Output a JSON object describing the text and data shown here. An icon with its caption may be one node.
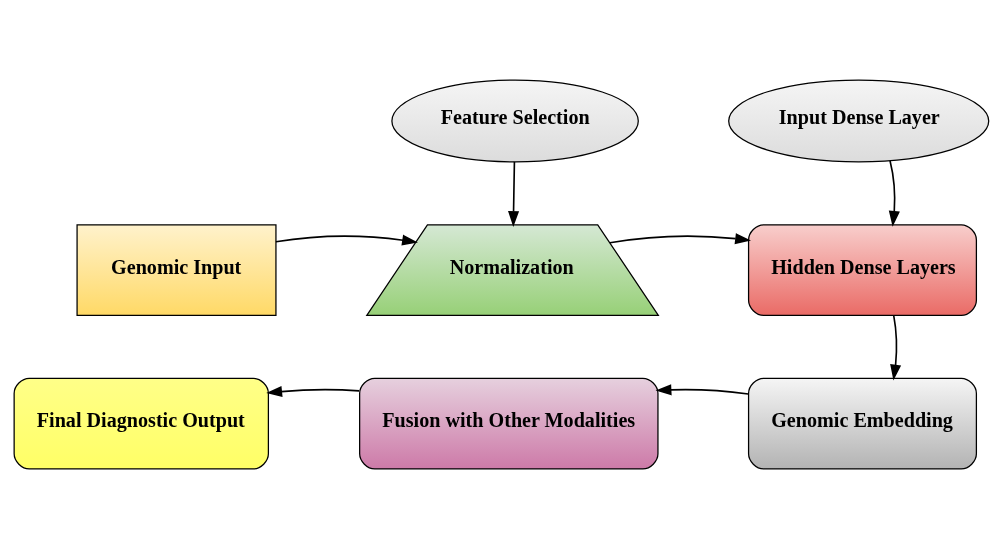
{
  "diagram": {
    "nodes": [
      {
        "text": [
          "Feature Selection"
        ]
      },
      {
        "text": [
          "Input Dense Layer"
        ]
      },
      {
        "text": [
          "Genomic Input"
        ]
      },
      {
        "text": [
          "Normalization"
        ]
      },
      {
        "text": [
          "Hidden Dense Layers"
        ]
      },
      {
        "text": [
          "Genomic Embedding"
        ]
      },
      {
        "text": [
          "Fusion with Other Modalities"
        ]
      },
      {
        "text": [
          "Final Diagnostic Output"
        ]
      }
    ],
    "edges": [
      {
        "from": 2,
        "to": 3,
        "arrow": "to"
      },
      {
        "from": 0,
        "to": 3,
        "arrow": "to"
      },
      {
        "from": 3,
        "to": 4,
        "arrow": "to"
      },
      {
        "from": 1,
        "to": 4,
        "arrow": "to"
      },
      {
        "from": 4,
        "to": 5,
        "arrow": "to"
      },
      {
        "from": 5,
        "to": 6,
        "arrow": "to"
      },
      {
        "from": 6,
        "to": 7,
        "arrow": "to"
      }
    ]
  }
}
